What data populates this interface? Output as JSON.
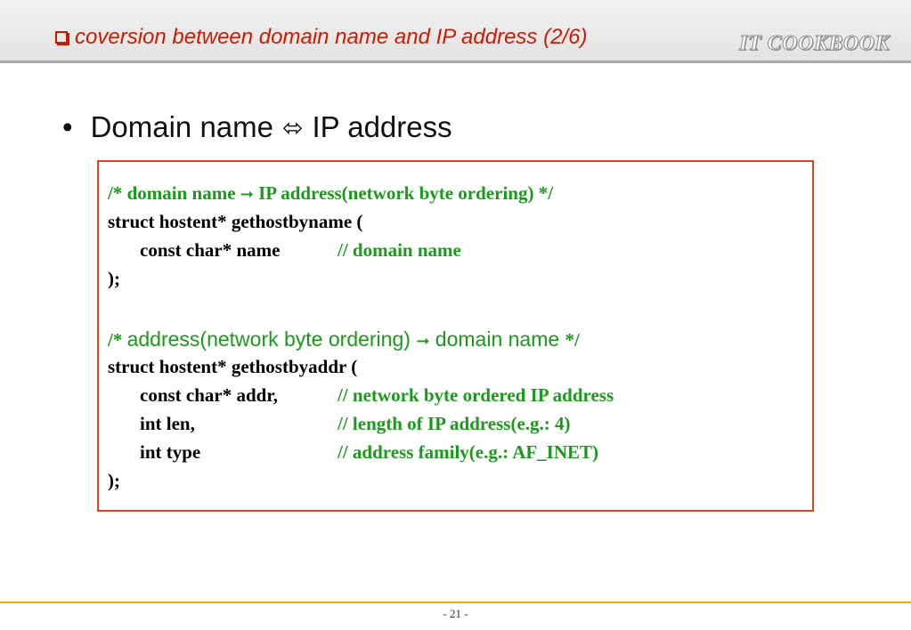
{
  "header": {
    "title": "coversion between domain name and IP address (2/6)",
    "logo": "IT COOKBOOK"
  },
  "bullet": {
    "left": "Domain name",
    "arrow": "⬄",
    "right": "IP address"
  },
  "code": {
    "block1": {
      "comment_start": "/* domain name ",
      "arrow": "➞",
      "comment_end": " IP address(network byte ordering) */",
      "decl": "struct hostent* gethostbyname (",
      "param": "const char* name",
      "param_comment": "// domain name",
      "close": ");"
    },
    "block2": {
      "comment_open": "/* ",
      "comment_mid": "address(network byte ordering) ",
      "arrow": "➞",
      "comment_end": " domain name ",
      "comment_close": "*/",
      "decl": "struct hostent* gethostbyaddr (",
      "params": [
        {
          "text": "const char* addr,",
          "comment": "// network byte ordered IP address"
        },
        {
          "text": "int len,",
          "comment": "// length of IP address(e.g.: 4)"
        },
        {
          "text": "int type",
          "comment": "// address family(e.g.: AF_INET)"
        }
      ],
      "close": ");"
    }
  },
  "footer": {
    "page": "- 21 -"
  },
  "colors": {
    "title": "#cc1a00",
    "box_border": "#e8421c",
    "comment": "#1a9a1a",
    "footer_line": "#f2a900"
  }
}
